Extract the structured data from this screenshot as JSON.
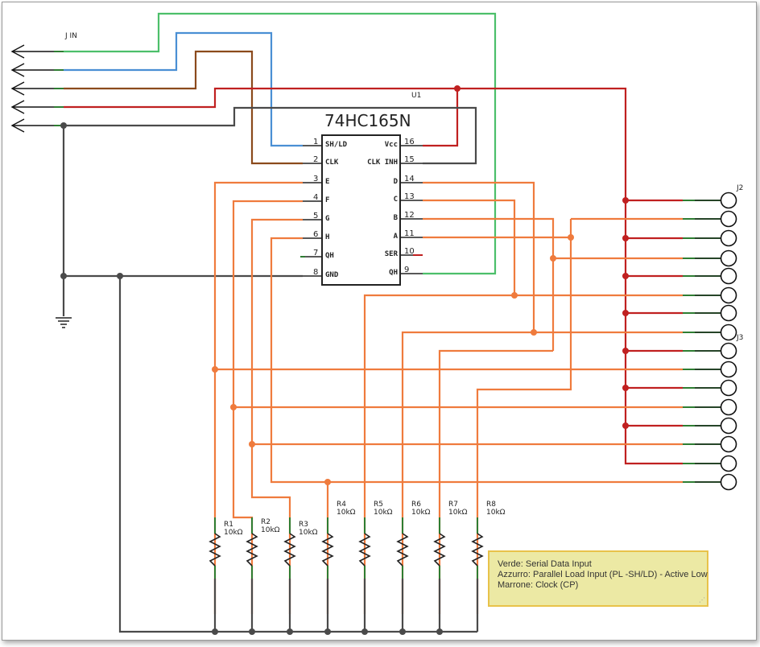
{
  "chip": {
    "ref": "U1",
    "part": "74HC165N",
    "left_pins": [
      {
        "num": "1",
        "label": "SH/LD"
      },
      {
        "num": "2",
        "label": "CLK"
      },
      {
        "num": "3",
        "label": "E"
      },
      {
        "num": "4",
        "label": "F"
      },
      {
        "num": "5",
        "label": "G"
      },
      {
        "num": "6",
        "label": "H"
      },
      {
        "num": "7",
        "label": "QH"
      },
      {
        "num": "8",
        "label": "GND"
      }
    ],
    "right_pins": [
      {
        "num": "16",
        "label": "Vcc"
      },
      {
        "num": "15",
        "label": "CLK INH"
      },
      {
        "num": "14",
        "label": "D"
      },
      {
        "num": "13",
        "label": "C"
      },
      {
        "num": "12",
        "label": "B"
      },
      {
        "num": "11",
        "label": "A"
      },
      {
        "num": "10",
        "label": "SER"
      },
      {
        "num": "9",
        "label": "QH"
      }
    ]
  },
  "connectors": {
    "jin": "J IN",
    "j2": "J2",
    "j3": "J3"
  },
  "resistors": [
    {
      "ref": "R1",
      "value": "10kΩ"
    },
    {
      "ref": "R2",
      "value": "10kΩ"
    },
    {
      "ref": "R3",
      "value": "10kΩ"
    },
    {
      "ref": "R4",
      "value": "10kΩ"
    },
    {
      "ref": "R5",
      "value": "10kΩ"
    },
    {
      "ref": "R6",
      "value": "10kΩ"
    },
    {
      "ref": "R7",
      "value": "10kΩ"
    },
    {
      "ref": "R8",
      "value": "10kΩ"
    }
  ],
  "note": {
    "line1": "Verde: Serial Data Input",
    "line2": "Azzurro: Parallel Load Input (PL -SH/LD) - Active Low",
    "line3": "Marrone: Clock (CP)"
  },
  "colors": {
    "serial": "#4cbf6a",
    "load": "#4a8fd4",
    "clock": "#8b4a1c",
    "vcc": "#c02020",
    "gnd": "#4a4a4a",
    "input": "#ef7b3d"
  }
}
